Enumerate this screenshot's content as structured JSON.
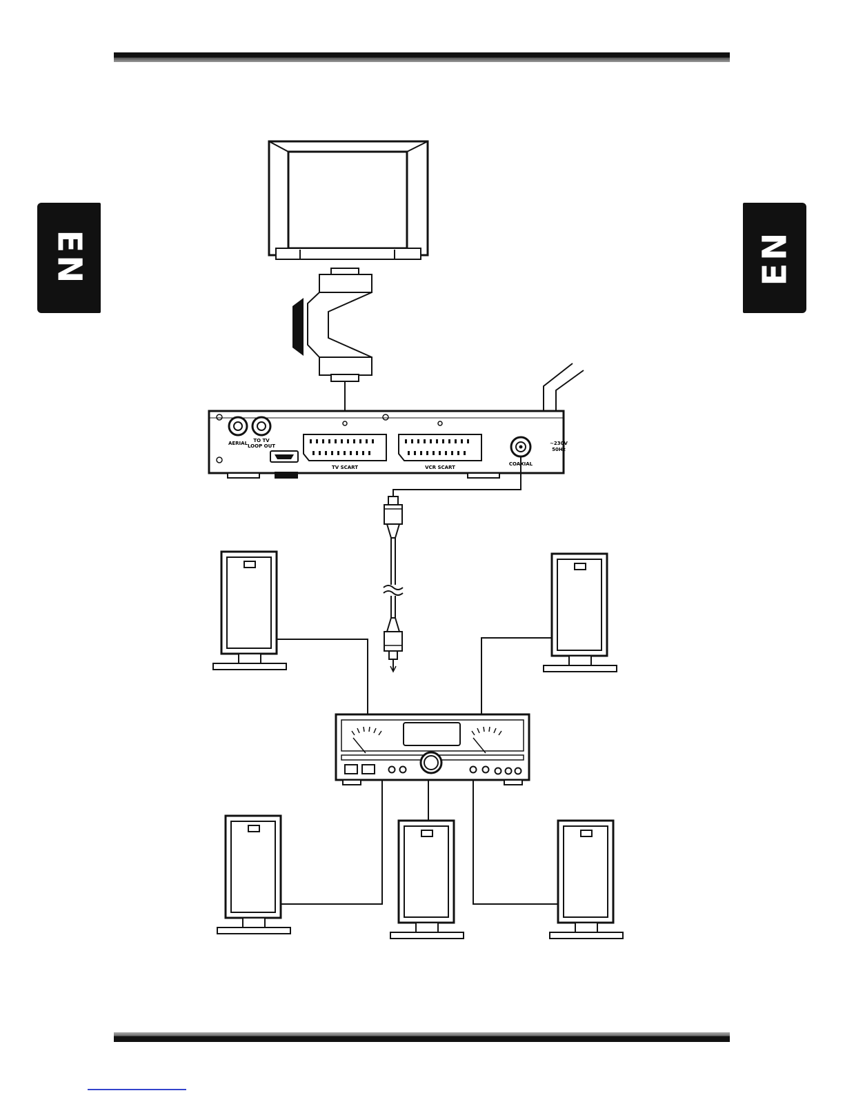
{
  "lang_tab_label": "EN",
  "device_labels": {
    "aerial": "AERIAL",
    "to_tv_line1": "TO TV",
    "to_tv_line2": "LOOP OUT",
    "tv_scart": "TV SCART",
    "vcr_scart": "VCR SCART",
    "coaxial": "COAXIAL",
    "power_line1": "~230V",
    "power_line2": "50Hz"
  }
}
